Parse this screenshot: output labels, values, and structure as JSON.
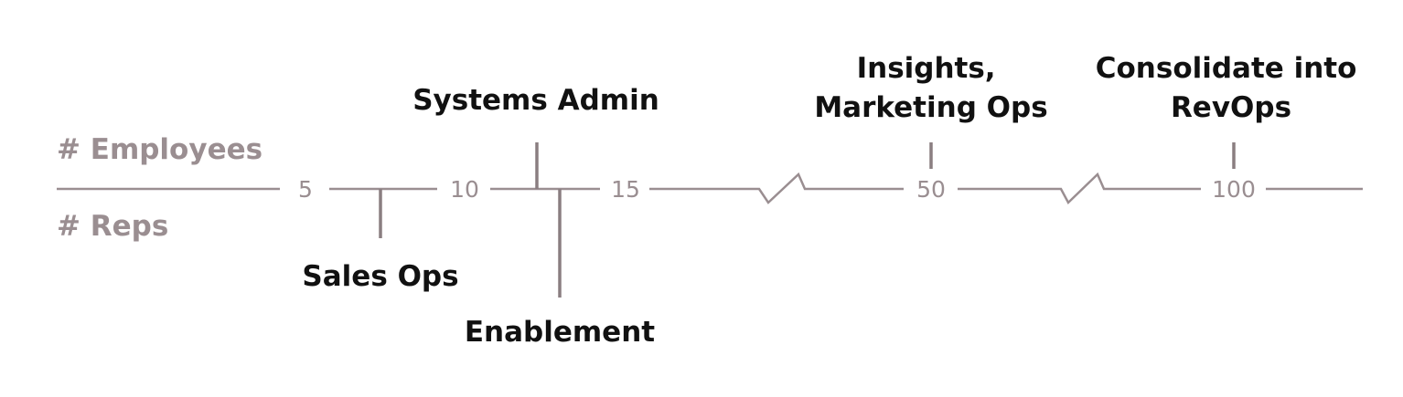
{
  "colors": {
    "axis": "#9a8e91",
    "marker": "#8a7e81",
    "label": "#111111"
  },
  "row_labels": {
    "top": "# Employees",
    "bottom": "# Reps"
  },
  "ticks": [
    "5",
    "10",
    "15",
    "50",
    "100"
  ],
  "milestones": [
    {
      "id": "sales-ops",
      "side": "below",
      "lines": [
        "Sales Ops"
      ]
    },
    {
      "id": "systems-admin",
      "side": "above",
      "lines": [
        "Systems Admin"
      ]
    },
    {
      "id": "enablement",
      "side": "below",
      "lines": [
        "Enablement"
      ]
    },
    {
      "id": "insights-marketing-ops",
      "side": "above",
      "lines": [
        "Insights,",
        "Marketing Ops"
      ]
    },
    {
      "id": "consolidate-revops",
      "side": "above",
      "lines": [
        "Consolidate into",
        "RevOps"
      ]
    }
  ]
}
